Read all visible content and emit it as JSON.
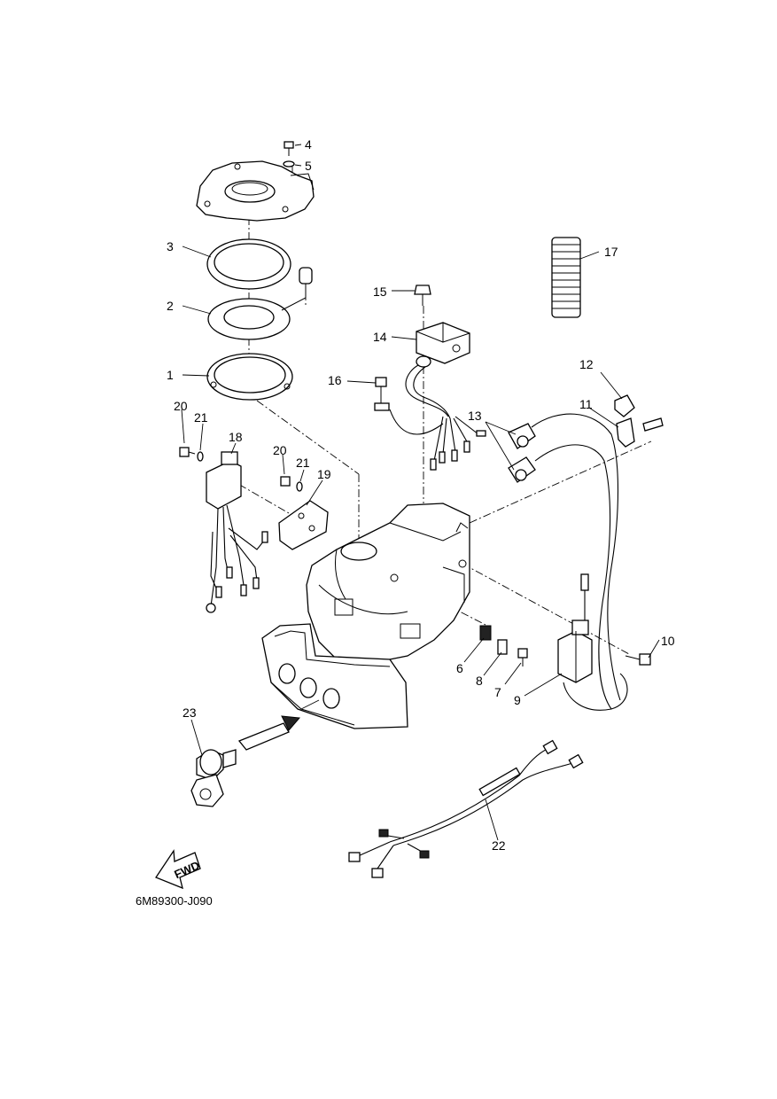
{
  "diagram_code": "6M89300-J090",
  "direction_label": "FWD",
  "callouts": [
    "1",
    "2",
    "3",
    "4",
    "5",
    "6",
    "7",
    "8",
    "9",
    "10",
    "11",
    "12",
    "13",
    "14",
    "15",
    "16",
    "17",
    "18",
    "19",
    "20",
    "21",
    "22",
    "23",
    "20",
    "21"
  ]
}
